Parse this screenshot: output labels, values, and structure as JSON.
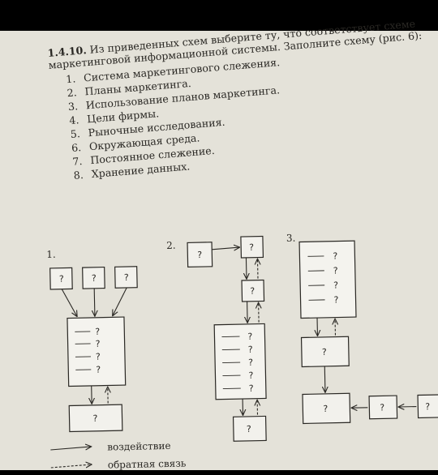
{
  "problem": {
    "number": "1.4.10.",
    "text": "Из приведенных схем выберите ту, что соответствует схеме маркетинговой информационной системы. Заполните схему (рис. 6):",
    "items": [
      {
        "num": "1.",
        "label": "Система маркетингового слежения."
      },
      {
        "num": "2.",
        "label": "Планы маркетинга."
      },
      {
        "num": "3.",
        "label": "Использование планов маркетинга."
      },
      {
        "num": "4.",
        "label": "Цели фирмы."
      },
      {
        "num": "5.",
        "label": "Рыночные исследования."
      },
      {
        "num": "6.",
        "label": "Окружающая среда."
      },
      {
        "num": "7.",
        "label": "Постоянное слежение."
      },
      {
        "num": "8.",
        "label": "Хранение данных."
      }
    ]
  },
  "diagrams": {
    "labels": [
      "1.",
      "2.",
      "3."
    ],
    "unknown_mark": "?"
  },
  "legend": {
    "impact": "воздействие",
    "feedback": "обратная связь"
  }
}
